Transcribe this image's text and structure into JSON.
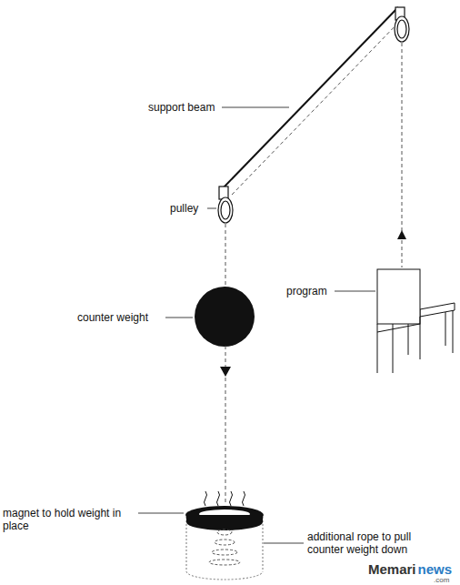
{
  "diagram": {
    "labels": [
      "support beam",
      "pulley",
      "counter weight",
      "program",
      "magnet to hold weight in place",
      "additional rope to pull counter weight down",
      "Memari",
      "news",
      ".com"
    ]
  }
}
